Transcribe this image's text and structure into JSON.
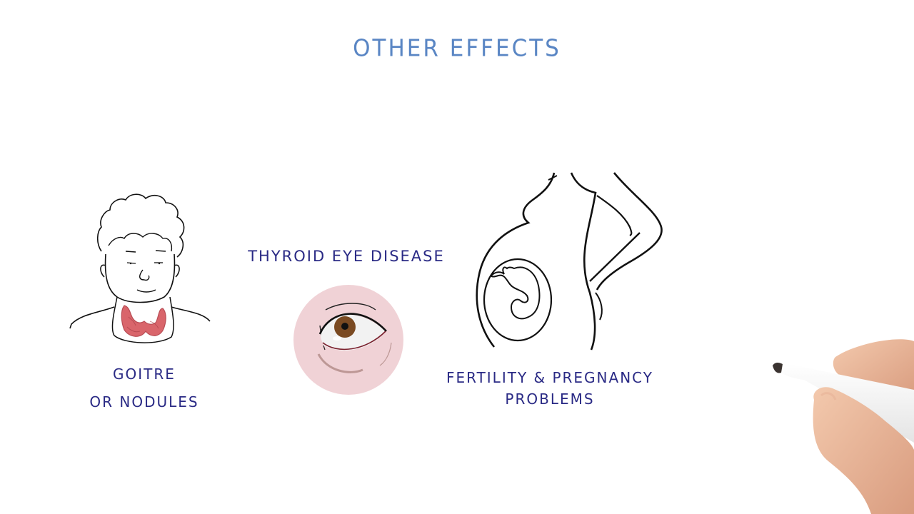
{
  "slide": {
    "title": "OTHER EFFECTS",
    "colors": {
      "title": "#5a86c4",
      "label": "#2a2a85",
      "line_art": "#111111",
      "goitre_fill": "#d9656b",
      "eye_circle": "#f0d2d6",
      "iris": "#7a4a22"
    }
  },
  "items": [
    {
      "id": "goitre",
      "illustration": "person-with-enlarged-thyroid",
      "label_lines": [
        "GOITRE",
        "OR NODULES"
      ]
    },
    {
      "id": "thyroid-eye-disease",
      "illustration": "bulging-eye",
      "label_lines": [
        "THYROID EYE DISEASE"
      ]
    },
    {
      "id": "fertility",
      "illustration": "pregnant-woman-with-fetus",
      "label_lines": [
        "FERTILITY & PREGNANCY",
        "PROBLEMS"
      ]
    }
  ],
  "decor": {
    "hand": "hand-holding-marker"
  }
}
